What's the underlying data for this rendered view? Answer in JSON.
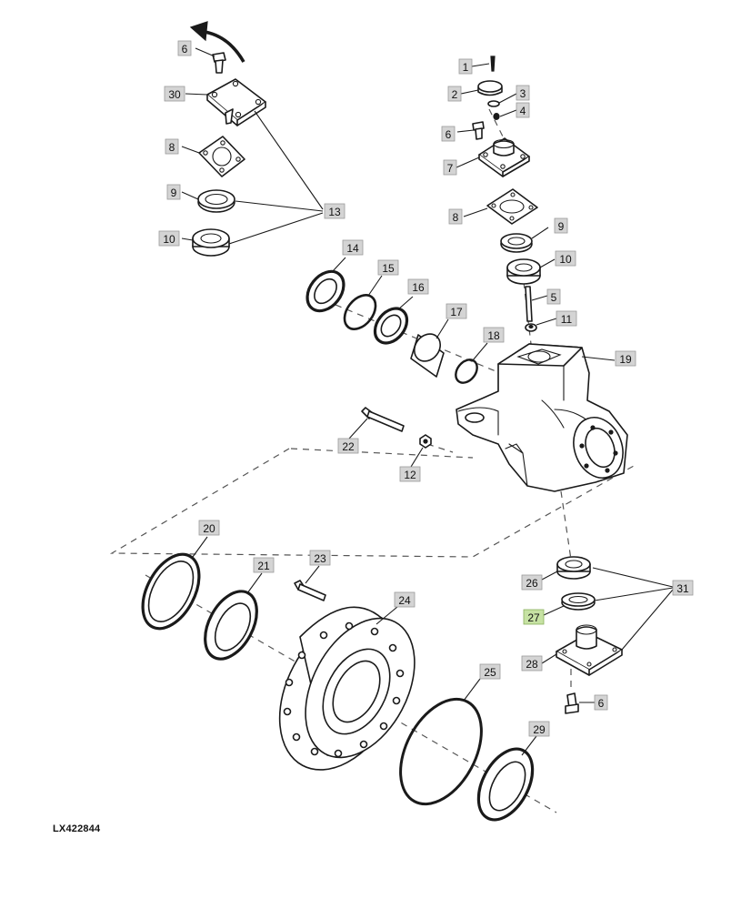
{
  "figure_id": "LX422844",
  "callouts": [
    {
      "label": "1"
    },
    {
      "label": "2"
    },
    {
      "label": "3"
    },
    {
      "label": "4"
    },
    {
      "label": "5"
    },
    {
      "label": "6"
    },
    {
      "label": "6"
    },
    {
      "label": "6"
    },
    {
      "label": "7"
    },
    {
      "label": "8"
    },
    {
      "label": "8"
    },
    {
      "label": "9"
    },
    {
      "label": "9"
    },
    {
      "label": "10"
    },
    {
      "label": "10"
    },
    {
      "label": "11"
    },
    {
      "label": "12"
    },
    {
      "label": "13"
    },
    {
      "label": "14"
    },
    {
      "label": "15"
    },
    {
      "label": "16"
    },
    {
      "label": "17"
    },
    {
      "label": "18"
    },
    {
      "label": "19"
    },
    {
      "label": "20"
    },
    {
      "label": "21"
    },
    {
      "label": "22"
    },
    {
      "label": "23"
    },
    {
      "label": "24"
    },
    {
      "label": "25"
    },
    {
      "label": "26"
    },
    {
      "label": "27",
      "highlighted": true
    },
    {
      "label": "28"
    },
    {
      "label": "29"
    },
    {
      "label": "30"
    },
    {
      "label": "31"
    }
  ],
  "colors": {
    "line": "#1a1a1a",
    "callout_fill": "#d4d4d4",
    "callout_highlight": "#c6e2a3",
    "background": "#ffffff"
  }
}
